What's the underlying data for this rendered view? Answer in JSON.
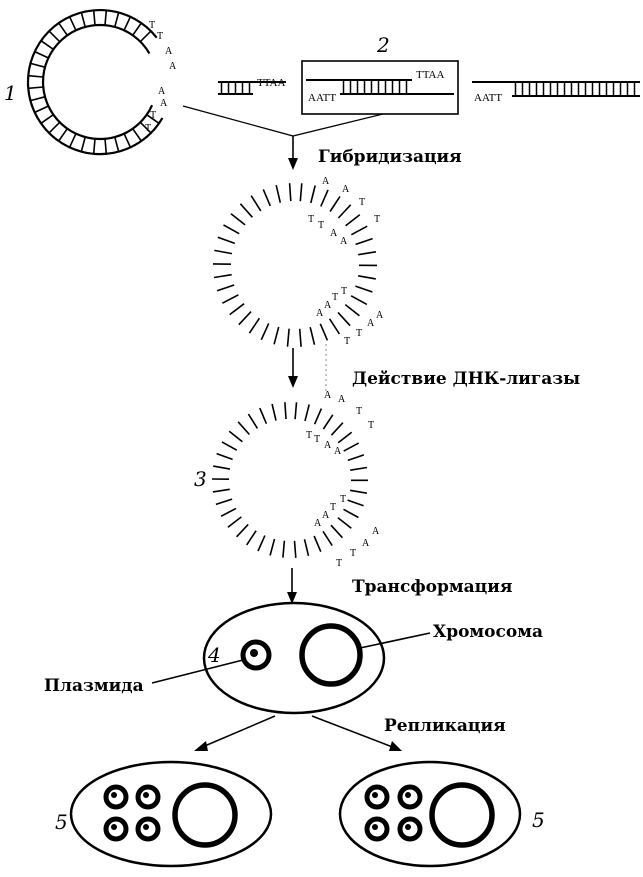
{
  "numbers": {
    "n1": "1",
    "n2": "2",
    "n3": "3",
    "n4": "4",
    "n5_left": "5",
    "n5_right": "5"
  },
  "labels": {
    "hybridization": "Гибридизация",
    "ligase": "Действие ДНК-лигазы",
    "transformation": "Трансформация",
    "chromosome": "Хромосома",
    "plasmid": "Плазмида",
    "replication": "Репликация"
  },
  "sequences": {
    "plasmid_end_top": [
      "T",
      "T",
      "A",
      "A"
    ],
    "plasmid_end_bottom": [
      "A",
      "A",
      "T",
      "T"
    ],
    "frag_left_top": "TTAA",
    "frag_box_top": "TTAA",
    "frag_box_bottom_left": "AATT",
    "frag_right_bottom": "AATT",
    "junction_outer": [
      "A",
      "A",
      "T",
      "T"
    ],
    "junction_inner": [
      "T",
      "T",
      "A",
      "A"
    ]
  }
}
